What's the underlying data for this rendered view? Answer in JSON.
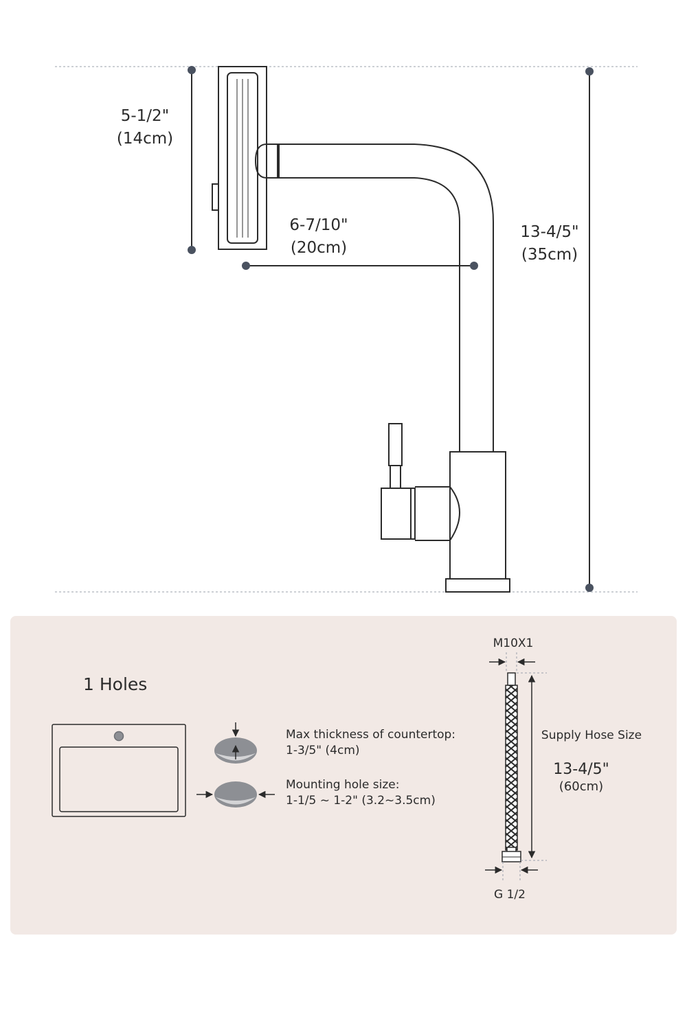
{
  "colors": {
    "panel": "#f2e9e5",
    "line": "#2b2b2b",
    "dot": "#4a5260",
    "guide": "#9aa0ab",
    "hole_fill": "#8d8f94",
    "hole_inner": "#d4d4d6"
  },
  "dimensions": {
    "spout_height": {
      "imperial": "5-1/2\"",
      "metric": "(14cm)"
    },
    "spout_reach": {
      "imperial": "6-7/10\"",
      "metric": "(20cm)"
    },
    "total_height": {
      "imperial": "13-4/5\"",
      "metric": "(35cm)"
    }
  },
  "installation": {
    "holes_title": "1 Holes",
    "countertop_label": "Max thickness of countertop:",
    "countertop_value": "1-3/5\" (4cm)",
    "mounting_label": "Mounting hole size:",
    "mounting_value": "1-1/5 ~ 1-2\" (3.2~3.5cm)"
  },
  "hose": {
    "top_thread": "M10X1",
    "bottom_thread": "G 1/2",
    "label": "Supply Hose Size",
    "length_imperial": "13-4/5\"",
    "length_metric": "(60cm)"
  }
}
